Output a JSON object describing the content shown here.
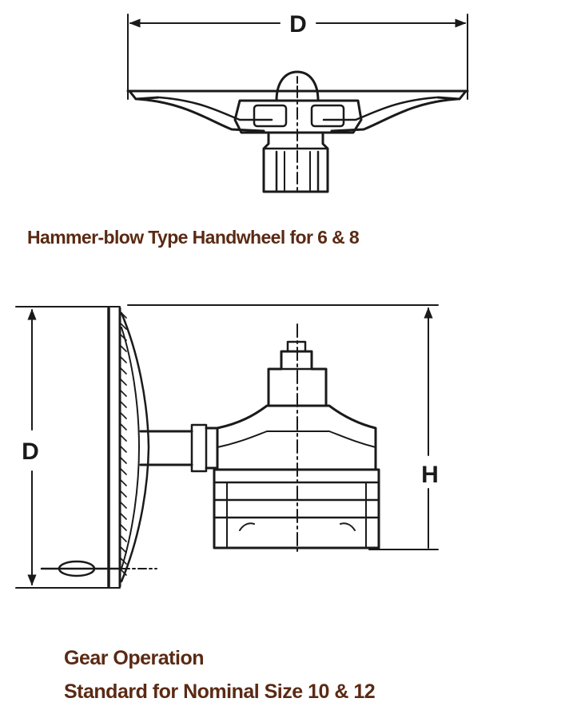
{
  "diagram_top": {
    "dimension_label": "D",
    "caption": "Hammer-blow Type Handwheel for 6 & 8"
  },
  "diagram_bottom": {
    "dimension_label_d": "D",
    "dimension_label_h": "H",
    "caption_line1": "Gear Operation",
    "caption_line2": "Standard for Nominal Size 10 & 12"
  },
  "colors": {
    "line": "#1a1a1a",
    "caption": "#5a2a14",
    "background": "#ffffff"
  }
}
